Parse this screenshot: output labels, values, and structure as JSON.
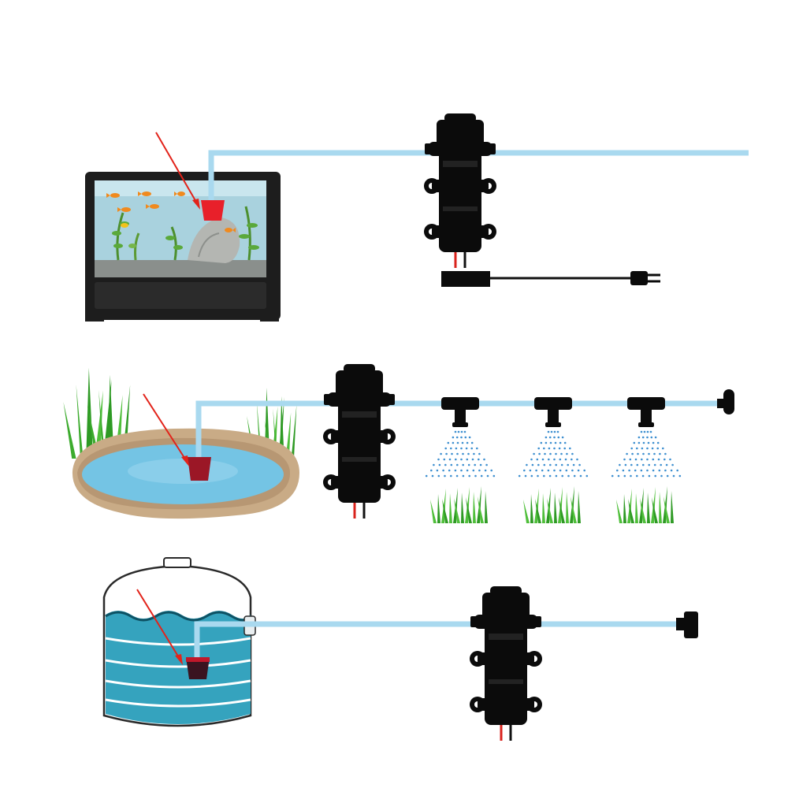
{
  "scenarios": [
    {
      "id": "aquarium",
      "source": "aquarium",
      "pump": "diaphragm-pump",
      "outlet": "hose-outlet",
      "powered_by": "power-plug"
    },
    {
      "id": "pond",
      "source": "garden-pond",
      "pump": "diaphragm-pump",
      "outlet": "sprinkler-tees",
      "sprinkler_count": 3
    },
    {
      "id": "tank",
      "source": "water-tank",
      "pump": "diaphragm-pump",
      "outlet": "hose-end-fitting"
    }
  ],
  "icons": [
    "red-arrow-icon",
    "suction-filter-icon",
    "pump-icon",
    "power-plug-icon",
    "sprinkler-icon",
    "grass-icon",
    "fish-icon",
    "plant-icon",
    "rock-icon"
  ],
  "colors": {
    "hose": "#a9d9ef",
    "pump_body": "#0b0b0b",
    "filter_red": "#e8202a",
    "filter_dark": "#9b1726",
    "arrow": "#e2231a",
    "wire_red": "#d9231c",
    "aquarium_water": "#9fc9d6",
    "pond_water": "#74c4e4",
    "tank_water": "#35a3be",
    "grass": "#3cab2d",
    "spray": "#3d8fd0"
  }
}
